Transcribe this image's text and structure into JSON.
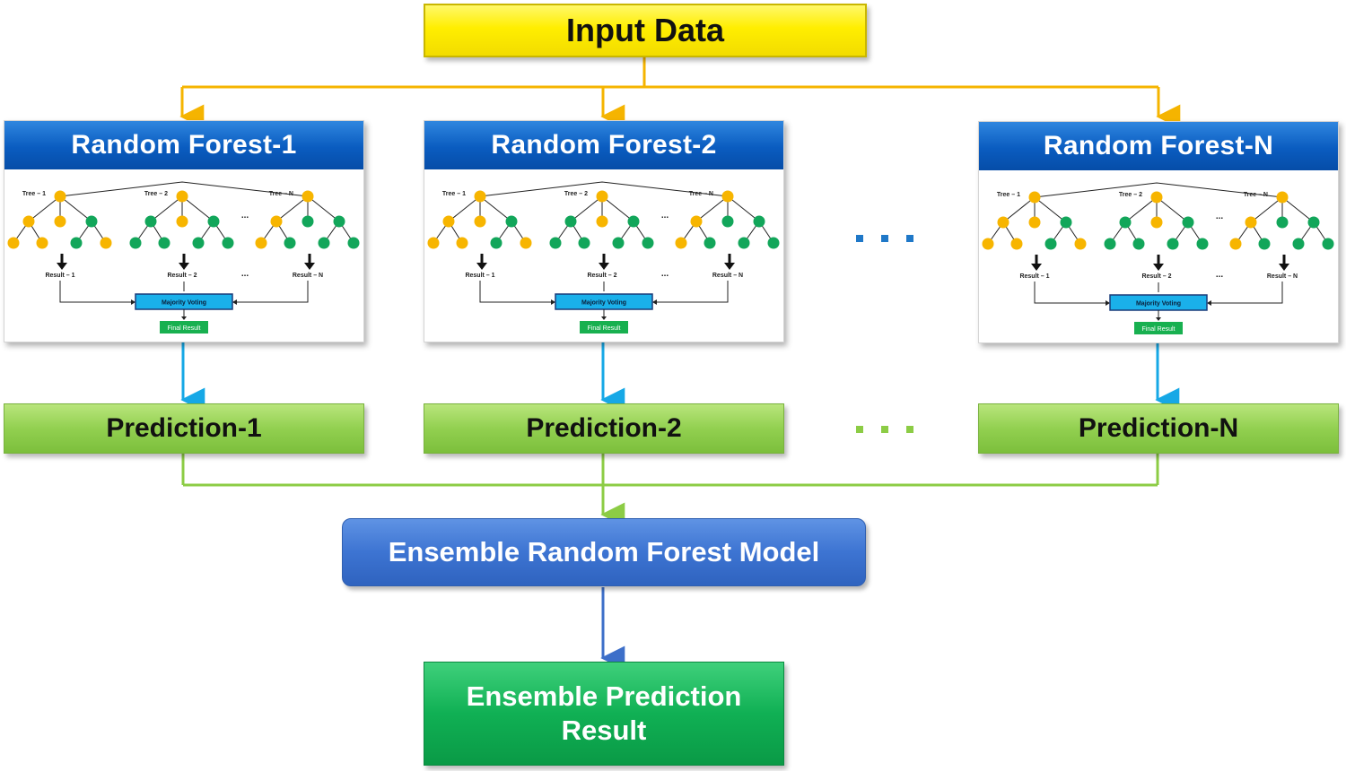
{
  "input": {
    "label": "Input Data"
  },
  "forests": [
    {
      "title": "Random Forest-1",
      "prediction": "Prediction-1"
    },
    {
      "title": "Random Forest-2",
      "prediction": "Prediction-2"
    },
    {
      "title": "Random Forest-N",
      "prediction": "Prediction-N"
    }
  ],
  "tree_diagram": {
    "trees": [
      "Tree – 1",
      "Tree – 2",
      "Tree – N"
    ],
    "results": [
      "Result – 1",
      "Result – 2",
      "Result – N"
    ],
    "ellipsis": "...",
    "voting": "Majority Voting",
    "final": "Final Result"
  },
  "ensemble": {
    "model": "Ensemble Random Forest Model",
    "result": "Ensemble Prediction Result"
  },
  "colors": {
    "input_connector": "#f5b400",
    "forest_connector": "#16a8e6",
    "prediction_connector": "#8ccc45",
    "model_connector": "#3d6fc9",
    "node_orange": "#f7b500",
    "node_green": "#12a65a",
    "voting_box": "#1ab0ea",
    "final_box": "#18b050",
    "ellipsis_blue": "#1f78c8",
    "ellipsis_green": "#8ccc45"
  }
}
